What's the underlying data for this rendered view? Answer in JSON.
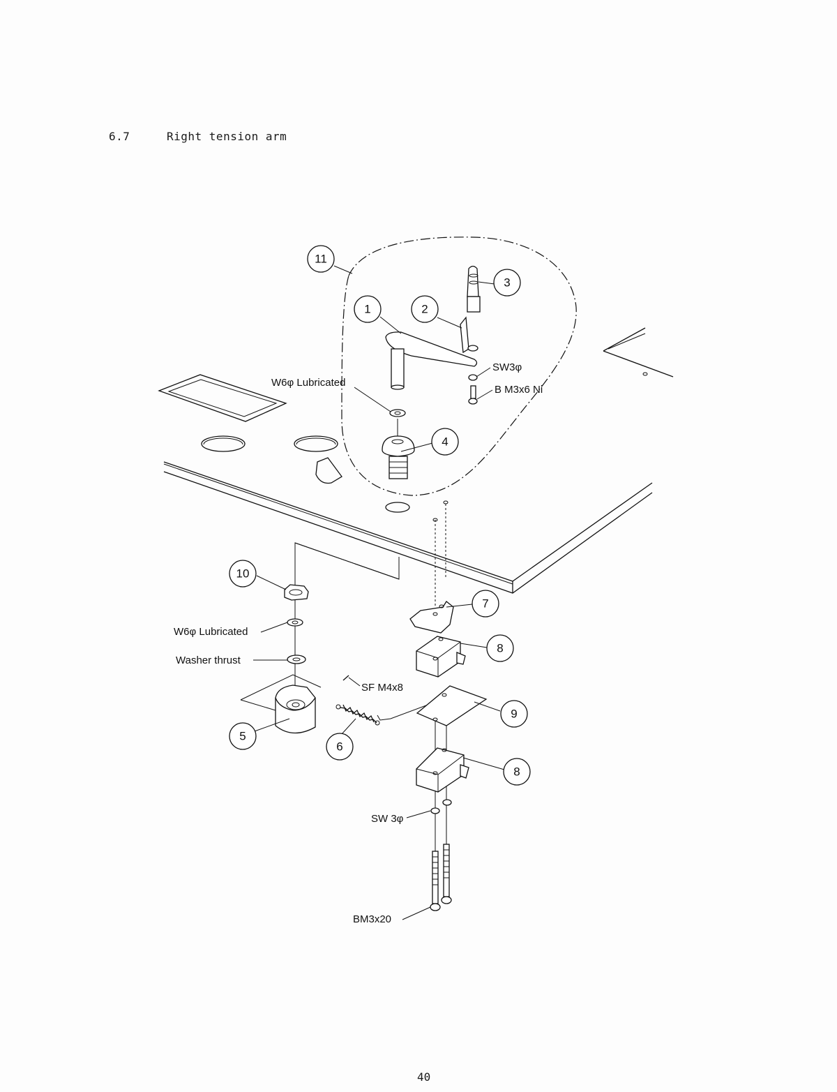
{
  "section": {
    "number": "6.7",
    "title": "Right tension arm"
  },
  "callouts": {
    "c1": "1",
    "c2": "2",
    "c3": "3",
    "c4": "4",
    "c5": "5",
    "c6": "6",
    "c7": "7",
    "c8a": "8",
    "c8b": "8",
    "c9": "9",
    "c10": "10",
    "c11": "11"
  },
  "labels": {
    "w6_top": "W6φ Lubricated",
    "sw3_top": "SW3φ",
    "bm3x6": "B M3x6 Ni",
    "w6_bottom": "W6φ Lubricated",
    "washer_thrust": "Washer thrust",
    "sf_m4x8": "SF M4x8",
    "sw3_bottom": "SW 3φ",
    "bm3x20": "BM3x20"
  },
  "page_number": "40"
}
